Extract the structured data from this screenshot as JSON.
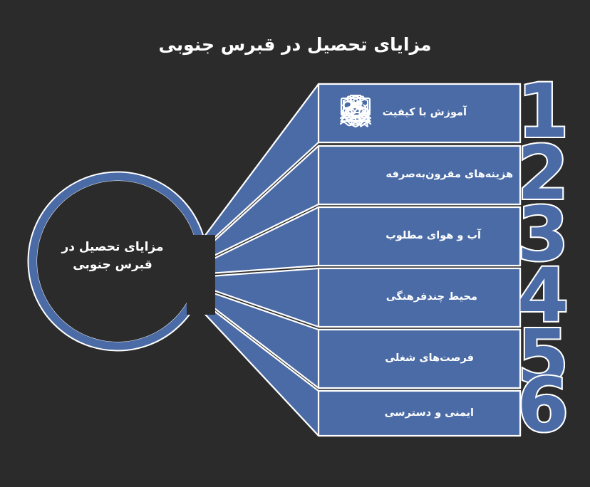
{
  "page": {
    "title": "مزایای تحصیل در قبرس جنوبی",
    "background_color": "#2b2b2b",
    "accent_color": "#4a6ba6",
    "outline_color": "#ffffff"
  },
  "hub": {
    "label_line1": "مزایای تحصیل در",
    "label_line2": "قبرس جنوبی"
  },
  "items": [
    {
      "number": "1",
      "label": "آموزش با کیفیت",
      "icon": "monitor-certificate-icon"
    },
    {
      "number": "2",
      "label": "هزینه‌های مقرون‌به‌صرفه",
      "icon": "purse-icon"
    },
    {
      "number": "3",
      "label": "آب و هوای مطلوب",
      "icon": "sun-waves-icon"
    },
    {
      "number": "4",
      "label": "محیط چندفرهنگی",
      "icon": "people-group-icon"
    },
    {
      "number": "5",
      "label": "فرصت‌های شغلی",
      "icon": "career-ladder-icon"
    },
    {
      "number": "6",
      "label": "ایمنی و دسترسی",
      "icon": "shield-airplane-icon"
    }
  ]
}
